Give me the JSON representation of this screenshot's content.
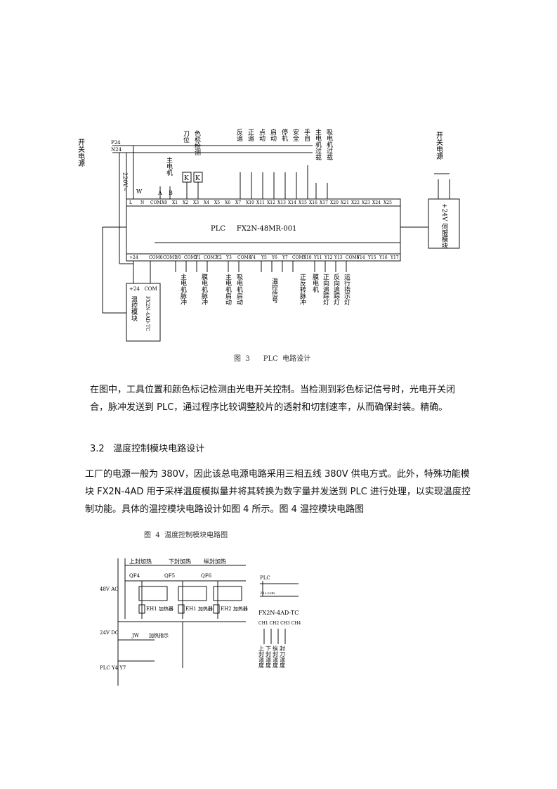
{
  "figure3": {
    "left_power": "开关电源",
    "p24": "P24",
    "n24": "N24",
    "vac": "220V~",
    "sensor_labels": [
      "刀位",
      "色标检测"
    ],
    "main_motor_label": "主电机",
    "relay_glyph": "K",
    "ab": [
      "A",
      "B"
    ],
    "w": "W",
    "input_labels": [
      "反追",
      "正追",
      "点动",
      "启动",
      "停机",
      "安全",
      "手自",
      "主电机过载",
      "吸电机过载"
    ],
    "input_terminals": [
      "L",
      "N",
      "COM",
      "X0",
      "X1",
      "X2",
      "X3",
      "X4",
      "X5",
      "X6",
      "X7",
      "X10",
      "X11",
      "X12",
      "X13",
      "X14",
      "X15",
      "X16",
      "X17",
      "X20",
      "X21",
      "X22",
      "X23",
      "X24",
      "X25"
    ],
    "plc_label": "PLC     FX2N-48MR-001",
    "output_terminals": [
      "+24",
      "COM0",
      "COM1",
      "Y0",
      "COM2",
      "Y1",
      "COM3",
      "Y2",
      "Y3",
      "COM4",
      "Y4",
      "Y5",
      "Y6",
      "Y7",
      "COM5",
      "Y10",
      "Y11",
      "Y12",
      "Y13",
      "COM6",
      "Y14",
      "Y15",
      "Y16",
      "Y17"
    ],
    "output_labels": [
      "主电机脉冲",
      "膜电机脉冲",
      "主电机启动",
      "吸电机启动",
      "温控信号",
      "正反转脉冲",
      "膜电机",
      "正向追踪灯",
      "反向追踪灯",
      "运行指示灯"
    ],
    "right_power": "开关电源",
    "right_module": "+24V 伺服模块",
    "temp_module_top": "+24   COM",
    "temp_module_label": "温控模块",
    "temp_module_model": "FX2N-4AD-TC",
    "caption": "图  3      PLC  电路设计"
  },
  "paragraph1": "在图中，工具位置和颜色标记检测由光电开关控制。当检测到彩色标记信号时，光电开关闭合，脉冲发送到 PLC，通过程序比较调整胶片的透射和切割速率，从而确保封装。精确。",
  "section_heading": "3.2   温度控制模块电路设计",
  "paragraph2": "工厂的电源一般为 380V，因此该总电源电路采用三相五线 380V 供电方式。此外，特殊功能模块 FX2N-4AD 用于采样温度模拟量并将其转换为数字量并发送到 PLC 进行处理，以实现温度控制功能。具体的温控模块电路设计如图 4 所示。图 4 温控模块电路图",
  "figure4_caption": "图  4  温度控制模块电路图",
  "figure4": {
    "top_labels": [
      "上封加热",
      "下封加热",
      "纵封加热"
    ],
    "breakers": [
      "QF4",
      "QF5",
      "QF6"
    ],
    "voltage_ac": "48V AC",
    "heaters": [
      "EH1 加热器",
      "EH1 加热器",
      "EH2 加热器"
    ],
    "voltage_dc": "24V DC",
    "jw": "JW",
    "indicator": "加热指示",
    "plc_io": "PLC Y4 Y7",
    "plc_small": "PLC",
    "plc_small_sub": "24+com",
    "module": "FX2N-4AD-TC",
    "channels": "CH1 CH2 CH3 CH4",
    "channel_labels": [
      "上封温度",
      "下封温度",
      "纵封温度",
      "封刀温度"
    ]
  }
}
